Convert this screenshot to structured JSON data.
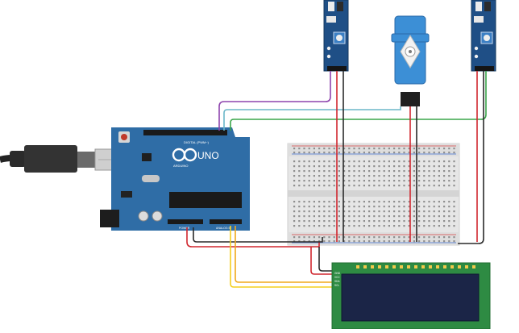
{
  "arduino": {
    "brand_text": "ARDUINO",
    "model_text": "UNO",
    "digital_header_label": "DIGITAL (PWM~)",
    "power_label": "POWER",
    "analog_label": "ANALOG IN"
  },
  "lcd": {
    "pin_labels": [
      "GND",
      "VCC",
      "SDA",
      "SCL"
    ]
  },
  "colors": {
    "board_blue": "#2f6da6",
    "wire_purple": "#8e44ad",
    "wire_cyan": "#6bb7c9",
    "wire_green": "#3aa54a",
    "wire_red": "#d0272f",
    "wire_black": "#2a2a2a",
    "wire_orange": "#f0a81c",
    "wire_yellow": "#f3cf1e",
    "lcd_frame": "#2e8b43",
    "lcd_screen": "#1b2547",
    "sensor_blue": "#1f4f86",
    "servo_blue": "#3c8fd6"
  }
}
